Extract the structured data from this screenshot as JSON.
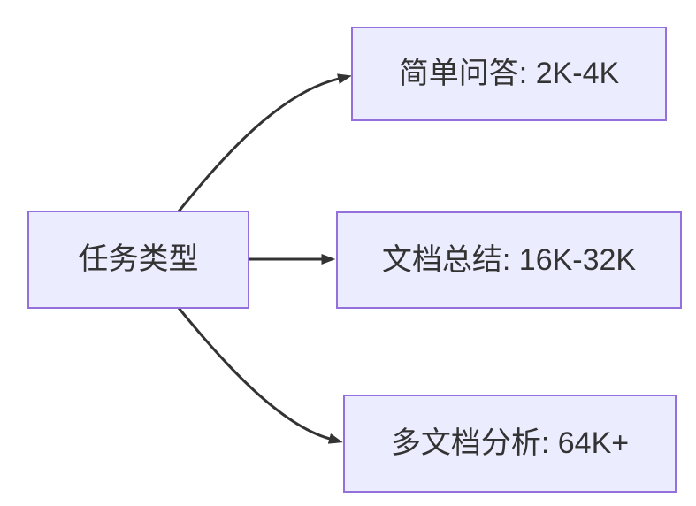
{
  "diagram": {
    "type": "flowchart-left-to-right",
    "root": {
      "label": "任务类型"
    },
    "branches": [
      {
        "label": "简单问答: 2K-4K"
      },
      {
        "label": "文档总结: 16K-32K"
      },
      {
        "label": "多文档分析: 64K+"
      }
    ],
    "edges": [
      {
        "from": "任务类型",
        "to": "简单问答: 2K-4K"
      },
      {
        "from": "任务类型",
        "to": "文档总结: 16K-32K"
      },
      {
        "from": "任务类型",
        "to": "多文档分析: 64K+"
      }
    ],
    "colors": {
      "node_fill": "#ECECFF",
      "node_border": "#9370DB",
      "edge": "#333333",
      "text": "#333333",
      "background": "#FFFFFF"
    }
  }
}
